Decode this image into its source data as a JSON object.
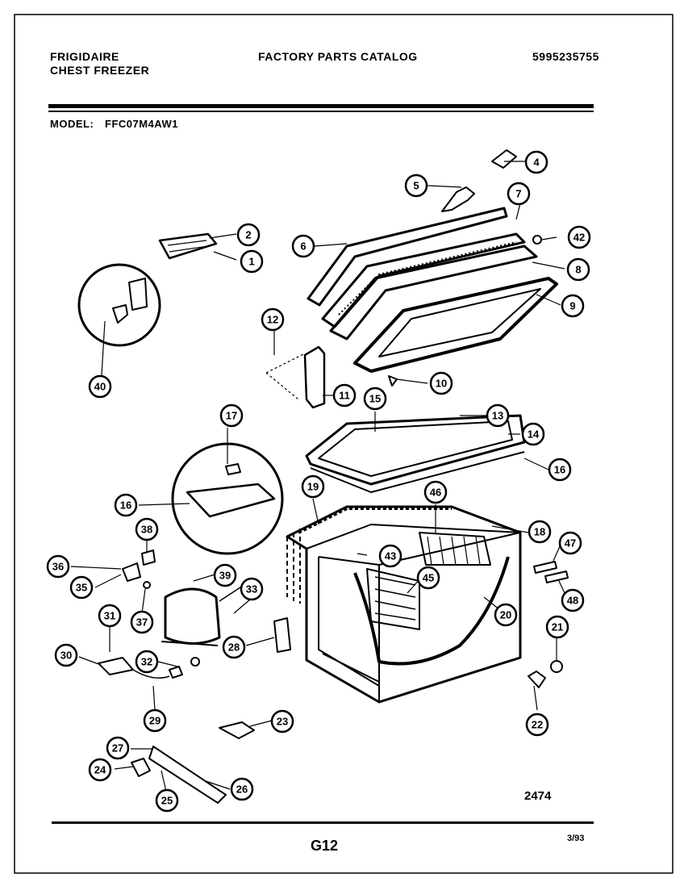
{
  "header": {
    "brand": "FRIGIDAIRE",
    "product": "CHEST FREEZER",
    "catalog_title": "FACTORY PARTS CATALOG",
    "part_number": "5995235755",
    "model_label": "MODEL:",
    "model_value": "FFC07M4AW1"
  },
  "footer": {
    "figure_number": "2474",
    "page_code": "G12",
    "date_code": "3/93"
  },
  "callouts": [
    {
      "id": "c1",
      "label": "1"
    },
    {
      "id": "c2",
      "label": "2"
    },
    {
      "id": "c4",
      "label": "4"
    },
    {
      "id": "c5",
      "label": "5"
    },
    {
      "id": "c6",
      "label": "6"
    },
    {
      "id": "c7",
      "label": "7"
    },
    {
      "id": "c8",
      "label": "8"
    },
    {
      "id": "c9",
      "label": "9"
    },
    {
      "id": "c10",
      "label": "10"
    },
    {
      "id": "c11",
      "label": "11"
    },
    {
      "id": "c12",
      "label": "12"
    },
    {
      "id": "c13",
      "label": "13"
    },
    {
      "id": "c14",
      "label": "14"
    },
    {
      "id": "c15",
      "label": "15"
    },
    {
      "id": "c16a",
      "label": "16"
    },
    {
      "id": "c16b",
      "label": "16"
    },
    {
      "id": "c17",
      "label": "17"
    },
    {
      "id": "c18",
      "label": "18"
    },
    {
      "id": "c19",
      "label": "19"
    },
    {
      "id": "c20",
      "label": "20"
    },
    {
      "id": "c21",
      "label": "21"
    },
    {
      "id": "c22",
      "label": "22"
    },
    {
      "id": "c23",
      "label": "23"
    },
    {
      "id": "c24",
      "label": "24"
    },
    {
      "id": "c25",
      "label": "25"
    },
    {
      "id": "c26",
      "label": "26"
    },
    {
      "id": "c27",
      "label": "27"
    },
    {
      "id": "c28",
      "label": "28"
    },
    {
      "id": "c29",
      "label": "29"
    },
    {
      "id": "c30",
      "label": "30"
    },
    {
      "id": "c31",
      "label": "31"
    },
    {
      "id": "c32",
      "label": "32"
    },
    {
      "id": "c33",
      "label": "33"
    },
    {
      "id": "c35",
      "label": "35"
    },
    {
      "id": "c36",
      "label": "36"
    },
    {
      "id": "c37",
      "label": "37"
    },
    {
      "id": "c38",
      "label": "38"
    },
    {
      "id": "c39",
      "label": "39"
    },
    {
      "id": "c40",
      "label": "40"
    },
    {
      "id": "c42",
      "label": "42"
    },
    {
      "id": "c43",
      "label": "43"
    },
    {
      "id": "c45",
      "label": "45"
    },
    {
      "id": "c46",
      "label": "46"
    },
    {
      "id": "c47",
      "label": "47"
    },
    {
      "id": "c48",
      "label": "48"
    }
  ]
}
